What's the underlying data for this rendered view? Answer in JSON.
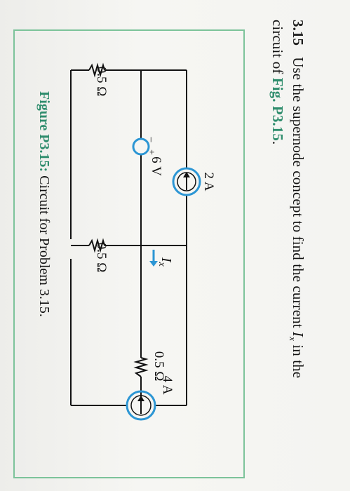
{
  "problem": {
    "number": "3.15",
    "text_line1": "Use the supernode concept to find the current",
    "ix_symbol": "I",
    "ix_sub": "x",
    "text_line1_end": " in the",
    "text_line2_start": "circuit of ",
    "figure_ref": "Fig. P3.15",
    "text_line2_end": "."
  },
  "figure": {
    "caption_label": "Figure P3.15:",
    "caption_text": " Circuit for Problem 3.15.",
    "labels": {
      "r_left": "0.5 Ω",
      "r_middle": "0.5 Ω",
      "r_top": "0.5 Ω",
      "v_source": "6 V",
      "v_minus": "–",
      "v_plus": "+",
      "i_source_top": "2 A",
      "i_source_right": "4 A",
      "ix_I": "I",
      "ix_x": "x"
    },
    "colors": {
      "source_ring": "#2c96d4",
      "ix_arrow": "#2c96d4",
      "wire": "#111111",
      "accent_green": "#2f8d6d",
      "box_border": "#7cc39a"
    }
  }
}
